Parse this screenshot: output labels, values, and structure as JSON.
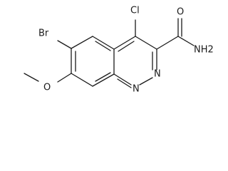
{
  "molecule": {
    "atoms": {
      "br": "Br",
      "cl": "Cl",
      "o_methoxy": "O",
      "o_carbonyl": "O",
      "nh2": "NH2",
      "n_ring_1": "N",
      "n_ring_2": "N"
    }
  }
}
